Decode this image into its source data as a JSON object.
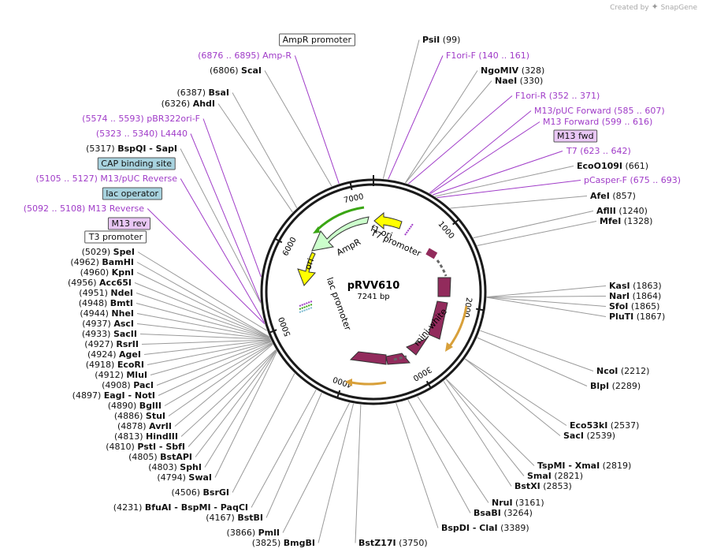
{
  "brand": {
    "prefix": "Created by",
    "name": "SnapGene"
  },
  "plasmid": {
    "name": "pRVV610",
    "length": "7241 bp",
    "total": 7241
  },
  "ticks": [
    "1000",
    "2000",
    "3000",
    "4000",
    "5000",
    "6000",
    "7000"
  ],
  "colors": {
    "enzyme_line": "#9a9a9a",
    "primer": "#a03cc8",
    "backbone": "#1a1a1a",
    "white_gene": "#922b5c",
    "ori": "#ffff00",
    "ampr": "#ccffcc",
    "ampr_primer": "#3aa614",
    "t7_feature": "#d8a03a",
    "boxed_primer_fill": "#e9c7f5",
    "boxed_feature_fill": "#a8d3df"
  },
  "features": [
    {
      "name": "AmpR",
      "label": "AmpR"
    },
    {
      "name": "ori",
      "label": "ori"
    },
    {
      "name": "f1 ori",
      "label": "f1 ori"
    },
    {
      "name": "T7 promoter",
      "label": "T7 promoter"
    },
    {
      "name": "lac promoter",
      "label": "lac promoter"
    },
    {
      "name": "mini-white",
      "label": "mini-white"
    }
  ],
  "right_labels": [
    {
      "type": "enzyme",
      "name": "PsiI",
      "pos": "(99)"
    },
    {
      "type": "primer",
      "name": "F1ori-F",
      "pos": "(140 .. 161)"
    },
    {
      "type": "enzyme",
      "name": "NgoMIV",
      "pos": "(328)"
    },
    {
      "type": "enzyme",
      "name": "NaeI",
      "pos": "(330)"
    },
    {
      "type": "primer",
      "name": "F1ori-R",
      "pos": "(352 .. 371)"
    },
    {
      "type": "primer",
      "name": "M13/pUC Forward",
      "pos": "(585 .. 607)"
    },
    {
      "type": "primer",
      "name": "M13 Forward",
      "pos": "(599 .. 616)"
    },
    {
      "type": "boxed-primer",
      "name": "M13 fwd",
      "pos": ""
    },
    {
      "type": "primer",
      "name": "T7",
      "pos": "(623 .. 642)"
    },
    {
      "type": "enzyme",
      "name": "EcoO109I",
      "pos": "(661)"
    },
    {
      "type": "primer",
      "name": "pCasper-F",
      "pos": "(675 .. 693)"
    },
    {
      "type": "enzyme",
      "name": "AfeI",
      "pos": "(857)"
    },
    {
      "type": "enzyme",
      "name": "AflII",
      "pos": "(1240)"
    },
    {
      "type": "enzyme",
      "name": "MfeI",
      "pos": "(1328)"
    },
    {
      "type": "enzyme",
      "name": "KasI",
      "pos": "(1863)"
    },
    {
      "type": "enzyme",
      "name": "NarI",
      "pos": "(1864)"
    },
    {
      "type": "enzyme",
      "name": "SfoI",
      "pos": "(1865)"
    },
    {
      "type": "enzyme",
      "name": "PluTI",
      "pos": "(1867)"
    },
    {
      "type": "enzyme",
      "name": "NcoI",
      "pos": "(2212)"
    },
    {
      "type": "enzyme",
      "name": "BlpI",
      "pos": "(2289)"
    },
    {
      "type": "enzyme",
      "name": "Eco53kI",
      "pos": "(2537)"
    },
    {
      "type": "enzyme",
      "name": "SacI",
      "pos": "(2539)"
    },
    {
      "type": "enzyme",
      "name": "TspMI - XmaI",
      "pos": "(2819)"
    },
    {
      "type": "enzyme",
      "name": "SmaI",
      "pos": "(2821)"
    },
    {
      "type": "enzyme",
      "name": "BstXI",
      "pos": "(2853)"
    },
    {
      "type": "enzyme",
      "name": "NruI",
      "pos": "(3161)"
    },
    {
      "type": "enzyme",
      "name": "BsaBI",
      "pos": "(3264)"
    },
    {
      "type": "enzyme",
      "name": "BspDI - ClaI",
      "pos": "(3389)"
    },
    {
      "type": "enzyme",
      "name": "BstZ17I",
      "pos": "(3750)"
    }
  ],
  "left_labels": [
    {
      "type": "boxed-feature-white",
      "name": "AmpR promoter",
      "pos": ""
    },
    {
      "type": "primer",
      "name": "Amp-R",
      "pos": "(6876 .. 6895)"
    },
    {
      "type": "enzyme",
      "name": "ScaI",
      "pos": "(6806)"
    },
    {
      "type": "enzyme",
      "name": "BsaI",
      "pos": "(6387)"
    },
    {
      "type": "enzyme",
      "name": "AhdI",
      "pos": "(6326)"
    },
    {
      "type": "primer",
      "name": "pBR322ori-F",
      "pos": "(5574 .. 5593)"
    },
    {
      "type": "primer",
      "name": "L4440",
      "pos": "(5323 .. 5340)"
    },
    {
      "type": "enzyme",
      "name": "BspQI - SapI",
      "pos": "(5317)"
    },
    {
      "type": "boxed-feature",
      "name": "CAP binding site",
      "pos": ""
    },
    {
      "type": "primer",
      "name": "M13/pUC Reverse",
      "pos": "(5105 .. 5127)"
    },
    {
      "type": "boxed-feature",
      "name": "lac operator",
      "pos": ""
    },
    {
      "type": "primer",
      "name": "M13 Reverse",
      "pos": "(5092 .. 5108)"
    },
    {
      "type": "boxed-primer",
      "name": "M13 rev",
      "pos": ""
    },
    {
      "type": "boxed-feature-white",
      "name": "T3 promoter",
      "pos": ""
    },
    {
      "type": "enzyme",
      "name": "SpeI",
      "pos": "(5029)"
    },
    {
      "type": "enzyme",
      "name": "BamHI",
      "pos": "(4962)"
    },
    {
      "type": "enzyme",
      "name": "KpnI",
      "pos": "(4960)"
    },
    {
      "type": "enzyme",
      "name": "Acc65I",
      "pos": "(4956)"
    },
    {
      "type": "enzyme",
      "name": "NdeI",
      "pos": "(4951)"
    },
    {
      "type": "enzyme",
      "name": "BmtI",
      "pos": "(4948)"
    },
    {
      "type": "enzyme",
      "name": "NheI",
      "pos": "(4944)"
    },
    {
      "type": "enzyme",
      "name": "AscI",
      "pos": "(4937)"
    },
    {
      "type": "enzyme",
      "name": "SacII",
      "pos": "(4933)"
    },
    {
      "type": "enzyme",
      "name": "RsrII",
      "pos": "(4927)"
    },
    {
      "type": "enzyme",
      "name": "AgeI",
      "pos": "(4924)"
    },
    {
      "type": "enzyme",
      "name": "EcoRI",
      "pos": "(4918)"
    },
    {
      "type": "enzyme",
      "name": "MluI",
      "pos": "(4912)"
    },
    {
      "type": "enzyme",
      "name": "PacI",
      "pos": "(4908)"
    },
    {
      "type": "enzyme",
      "name": "EagI - NotI",
      "pos": "(4897)"
    },
    {
      "type": "enzyme",
      "name": "BglII",
      "pos": "(4890)"
    },
    {
      "type": "enzyme",
      "name": "StuI",
      "pos": "(4886)"
    },
    {
      "type": "enzyme",
      "name": "AvrII",
      "pos": "(4878)"
    },
    {
      "type": "enzyme",
      "name": "HindIII",
      "pos": "(4813)"
    },
    {
      "type": "enzyme",
      "name": "PstI - SbfI",
      "pos": "(4810)"
    },
    {
      "type": "enzyme",
      "name": "BstAPI",
      "pos": "(4805)"
    },
    {
      "type": "enzyme",
      "name": "SphI",
      "pos": "(4803)"
    },
    {
      "type": "enzyme",
      "name": "SwaI",
      "pos": "(4794)"
    },
    {
      "type": "enzyme",
      "name": "BsrGI",
      "pos": "(4506)"
    },
    {
      "type": "enzyme",
      "name": "BfuAI - BspMI - PaqCI",
      "pos": "(4231)"
    },
    {
      "type": "enzyme",
      "name": "BstBI",
      "pos": "(4167)"
    },
    {
      "type": "enzyme",
      "name": "PmlI",
      "pos": "(3866)"
    },
    {
      "type": "enzyme",
      "name": "BmgBI",
      "pos": "(3825)"
    }
  ]
}
